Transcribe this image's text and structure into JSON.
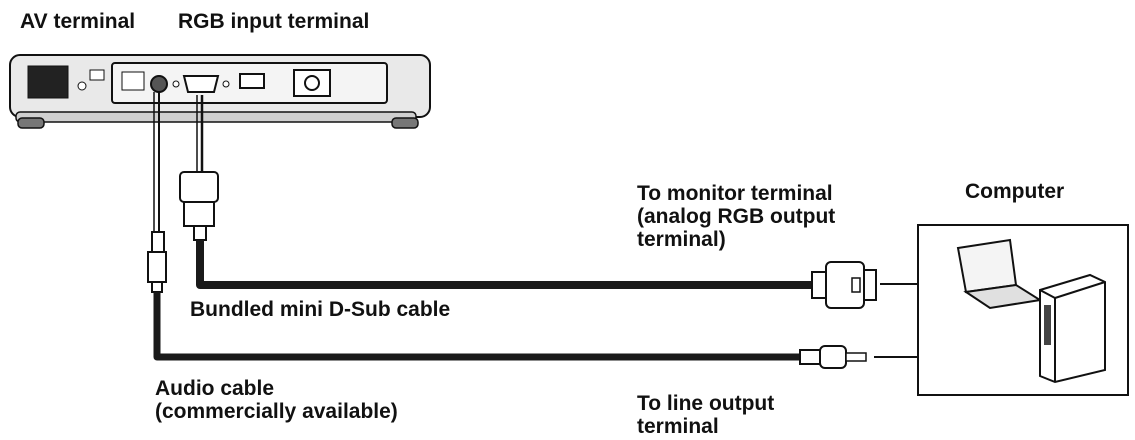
{
  "labels": {
    "av_terminal": "AV terminal",
    "rgb_input_terminal": "RGB input terminal",
    "monitor_terminal": "To monitor terminal\n(analog RGB output\nterminal)",
    "computer": "Computer",
    "mini_dsub_cable": "Bundled mini D-Sub cable",
    "audio_cable": "Audio cable\n(commercially available)",
    "line_output_terminal": "To line output\nterminal"
  },
  "colors": {
    "ink": "#111111",
    "cable": "#1a1a1a",
    "device_fill": "#e9e9e9",
    "panel_fill": "#f4f4f4"
  },
  "icons": [
    "projector-icon",
    "mini-dsub-connector-icon",
    "stereo-mini-plug-icon",
    "laptop-icon",
    "desktop-tower-icon",
    "arrow-right-icon"
  ]
}
